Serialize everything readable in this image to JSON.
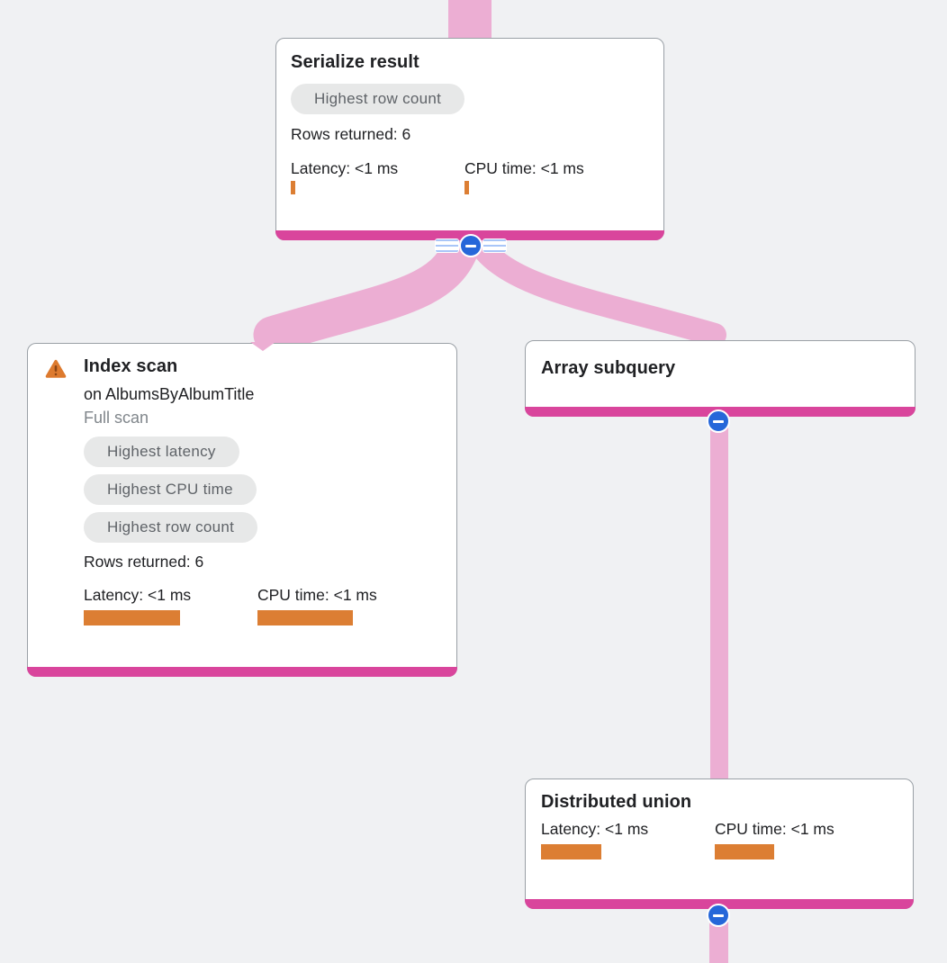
{
  "colors": {
    "background": "#f0f1f3",
    "card_bg": "#ffffff",
    "card_border": "#9aa0a6",
    "node_accent_bar": "#d9459c",
    "edge_pink": "#ecaed3",
    "metric_bar_orange": "#dc7e33",
    "collapse_button_blue": "#2667d9",
    "stripe_blue": "#a9c6f8",
    "badge_bg": "#e7e8e8",
    "badge_text": "#5f6368",
    "title_text": "#202124",
    "muted_text": "#80868b",
    "warning_orange": "#dd7a2e",
    "warning_glyph": "#8c4514"
  },
  "icons": {
    "warning": "warning-triangle",
    "collapse": "minus-circle",
    "collapse_rows": "row-stripes"
  },
  "nodes": {
    "serialize_result": {
      "title": "Serialize result",
      "badges": [
        "Highest row count"
      ],
      "rows_returned": "Rows returned: 6",
      "metrics": {
        "latency_label": "Latency: <1 ms",
        "cpu_label": "CPU time: <1 ms",
        "latency_bar_width": 5,
        "cpu_bar_width": 5
      }
    },
    "index_scan": {
      "title": "Index scan",
      "subtitle": "on AlbumsByAlbumTitle",
      "scan_type": "Full scan",
      "badges": [
        "Highest latency",
        "Highest CPU time",
        "Highest row count"
      ],
      "rows_returned": "Rows returned: 6",
      "metrics": {
        "latency_label": "Latency: <1 ms",
        "cpu_label": "CPU time: <1 ms",
        "latency_bar_width": 107,
        "cpu_bar_width": 106
      }
    },
    "array_subquery": {
      "title": "Array subquery"
    },
    "distributed_union": {
      "title": "Distributed union",
      "metrics": {
        "latency_label": "Latency: <1 ms",
        "cpu_label": "CPU time: <1 ms",
        "latency_bar_width": 67,
        "cpu_bar_width": 66
      }
    }
  }
}
